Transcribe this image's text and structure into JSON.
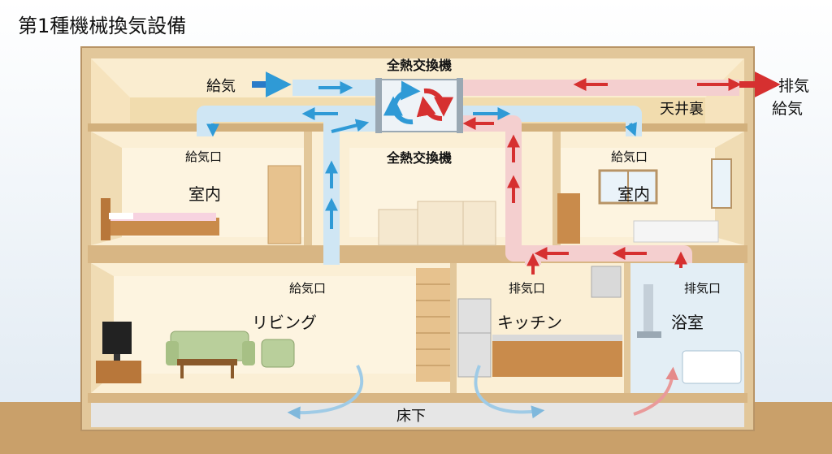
{
  "title": "第1種機械換気設備",
  "labels": {
    "unit_top": "全熱交換機",
    "unit_mid": "全熱交換機",
    "supply": "給気",
    "exhaust_out": "排気",
    "supply_out": "給気",
    "attic": "天井裏",
    "supply_vent_left": "給気口",
    "supply_vent_right": "給気口",
    "supply_vent_living": "給気口",
    "room_left": "室内",
    "room_right": "室内",
    "exhaust_vent_kitchen": "排気口",
    "exhaust_vent_bath": "排気口",
    "living": "リビング",
    "kitchen": "キッチン",
    "bath": "浴室",
    "underfloor": "床下"
  },
  "colors": {
    "supply_duct": "#cfe6f4",
    "supply_arrow": "#2f9ad6",
    "supply_label_arrow": "#2a7bc8",
    "exhaust_duct": "#f4cfcf",
    "exhaust_arrow": "#d63030",
    "wall": "#e2c79a",
    "interior": "#fbefd5",
    "ground": "#c9a06a"
  }
}
